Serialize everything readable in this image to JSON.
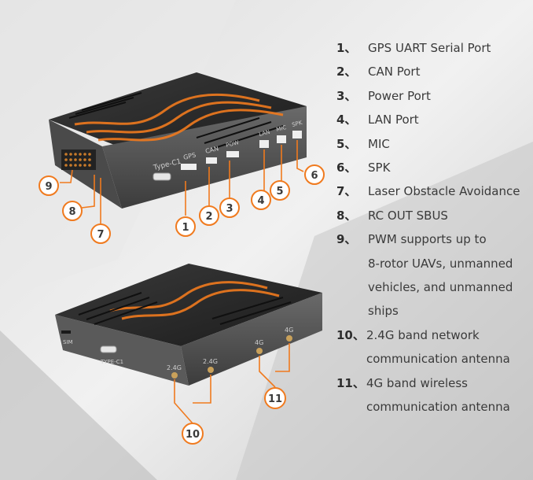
{
  "colors": {
    "accent": "#f07a1e",
    "device_body": "#2b2b2b",
    "device_edge": "#5a5a5a",
    "background": "#d6d6d6"
  },
  "features": [
    {
      "number": "1、",
      "lines": [
        "GPS UART Serial Port"
      ]
    },
    {
      "number": "2、",
      "lines": [
        "CAN Port"
      ]
    },
    {
      "number": "3、",
      "lines": [
        "Power Port"
      ]
    },
    {
      "number": "4、",
      "lines": [
        "LAN Port"
      ]
    },
    {
      "number": "5、",
      "lines": [
        "MIC"
      ]
    },
    {
      "number": "6、",
      "lines": [
        "SPK"
      ]
    },
    {
      "number": "7、",
      "lines": [
        "Laser Obstacle Avoidance"
      ]
    },
    {
      "number": "8、",
      "lines": [
        "RC OUT SBUS"
      ]
    },
    {
      "number": "9、",
      "lines": [
        "PWM supports up to",
        "8-rotor UAVs, unmanned",
        "vehicles, and unmanned",
        "ships"
      ]
    },
    {
      "number": "10、",
      "lines": [
        "2.4G band network",
        "communication antenna"
      ]
    },
    {
      "number": "11、",
      "lines": [
        "4G band wireless",
        "communication antenna"
      ]
    }
  ],
  "device_top": {
    "port_labels": [
      "Type-C1",
      "GPS",
      "CAN",
      "POW",
      "LAN",
      "MIC",
      "SPK"
    ],
    "callouts": [
      "1",
      "2",
      "3",
      "4",
      "5",
      "6",
      "7",
      "8",
      "9"
    ]
  },
  "device_bottom": {
    "port_labels": [
      "TYPE-C1",
      "2.4G",
      "2.4G",
      "4G",
      "4G",
      "SIM"
    ],
    "callouts": [
      "10",
      "11"
    ]
  }
}
